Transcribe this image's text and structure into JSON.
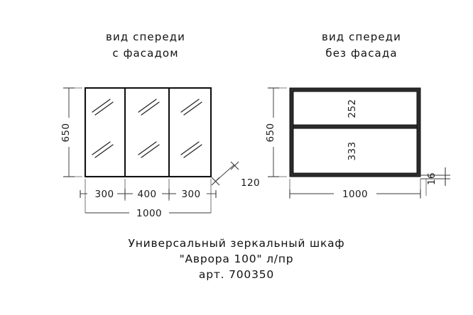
{
  "drawing": {
    "type": "technical-dimension-drawing",
    "background_color": "#ffffff",
    "line_color": "#111111",
    "units": "mm"
  },
  "left_view": {
    "title_line1": "вид спереди",
    "title_line2": "с фасадом",
    "height_label": "650",
    "door_widths": [
      "300",
      "400",
      "300"
    ],
    "total_width_label": "1000",
    "depth_label": "120",
    "door_count": 3,
    "has_mirror_glass": true
  },
  "right_view": {
    "title_line1": "вид спереди",
    "title_line2": "без фасада",
    "height_label": "650",
    "upper_compartment_label": "252",
    "lower_compartment_label": "333",
    "total_width_label": "1000",
    "panel_thickness_label": "16",
    "shelf_count": 1
  },
  "caption": {
    "line1": "Универсальный зеркальный шкаф",
    "line2": "\"Аврора 100\" л/пр",
    "line3": "арт. 700350"
  }
}
